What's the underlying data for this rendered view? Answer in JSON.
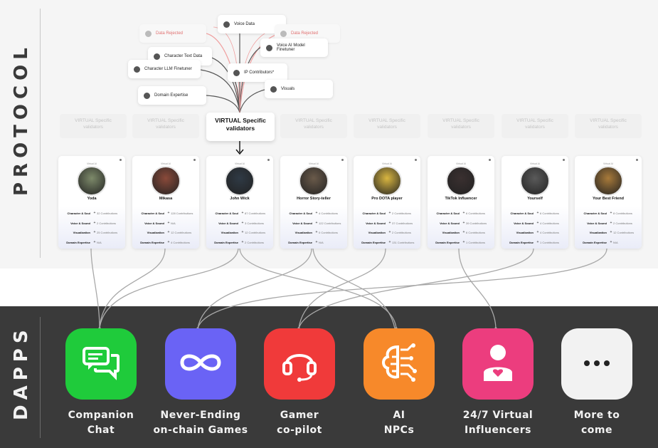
{
  "sections": {
    "protocol": "PROTOCOL",
    "dapps": "DAPPS"
  },
  "data_sources": [
    {
      "label": "Voice Data",
      "rejected": false
    },
    {
      "label": "Data Rejected",
      "rejected": true
    },
    {
      "label": "Data Rejected",
      "rejected": true
    },
    {
      "label": "Character Text Data",
      "rejected": false
    },
    {
      "label": "Voice AI Model Finetuner",
      "rejected": false
    },
    {
      "label": "Character LLM Finetuner",
      "rejected": false
    },
    {
      "label": "IP Contributors*",
      "rejected": false
    },
    {
      "label": "Domain Expertise",
      "rejected": false
    },
    {
      "label": "Visuals",
      "rejected": false
    }
  ],
  "validators": {
    "main": "VIRTUAL Specific\nvalidators",
    "ghost": "VIRTUAL Specific\nvalidators"
  },
  "agents": [
    {
      "tag": "Virtual AI",
      "name": "Yoda",
      "rows": [
        [
          "Character & Soul",
          "32 Contributions"
        ],
        [
          "Voice & Sound",
          "2 Contributions"
        ],
        [
          "Visualization",
          "25 Contributions"
        ],
        [
          "Domain Expertise",
          "N/A"
        ]
      ]
    },
    {
      "tag": "Virtual AI",
      "name": "Mikasa",
      "rows": [
        [
          "Character & Soul",
          "128 Contributions"
        ],
        [
          "Voice & Sound",
          "N/A"
        ],
        [
          "Visualization",
          "12 Contributions"
        ],
        [
          "Domain Expertise",
          "4 Contributions"
        ]
      ]
    },
    {
      "tag": "Virtual AI",
      "name": "John Wick",
      "rows": [
        [
          "Character & Soul",
          "87 Contributions"
        ],
        [
          "Voice & Sound",
          "3 Contributions"
        ],
        [
          "Visualization",
          "12 Contributions"
        ],
        [
          "Domain Expertise",
          "2 Contributions"
        ]
      ]
    },
    {
      "tag": "Virtual AI",
      "name": "Horror Story-teller",
      "rows": [
        [
          "Character & Soul",
          "4 Contributions"
        ],
        [
          "Voice & Sound",
          "122 Contributions"
        ],
        [
          "Visualization",
          "0 Contributions"
        ],
        [
          "Domain Expertise",
          "N/A"
        ]
      ]
    },
    {
      "tag": "Virtual AI",
      "name": "Pro DOTA player",
      "rows": [
        [
          "Character & Soul",
          "2 Contributions"
        ],
        [
          "Voice & Sound",
          "37 Contributions"
        ],
        [
          "Visualization",
          "2 Contributions"
        ],
        [
          "Domain Expertise",
          "131 Contributions"
        ]
      ]
    },
    {
      "tag": "Virtual AI",
      "name": "TikTok Influencer",
      "rows": [
        [
          "Character & Soul",
          "6 Contributions"
        ],
        [
          "Voice & Sound",
          "39 Contributions"
        ],
        [
          "Visualization",
          "6 Contributions"
        ],
        [
          "Domain Expertise",
          "1 Contributions"
        ]
      ]
    },
    {
      "tag": "Virtual AI",
      "name": "Yourself",
      "rows": [
        [
          "Character & Soul",
          "6 Contributions"
        ],
        [
          "Voice & Sound",
          "4 Contributions"
        ],
        [
          "Visualization",
          "4 Contributions"
        ],
        [
          "Domain Expertise",
          "1 Contributions"
        ]
      ]
    },
    {
      "tag": "Virtual AI",
      "name": "Your Best Friend",
      "rows": [
        [
          "Character & Soul",
          "8 Contributions"
        ],
        [
          "Voice & Sound",
          "2 Contributions"
        ],
        [
          "Visualization",
          "12 Contributions"
        ],
        [
          "Domain Expertise",
          "N/A"
        ]
      ]
    }
  ],
  "dapps": [
    {
      "label": "Companion\nChat",
      "color": "#1fcb3b",
      "icon": "chat-bubbles-icon"
    },
    {
      "label": "Never-Ending\non-chain Games",
      "color": "#6a63f5",
      "icon": "infinity-icon"
    },
    {
      "label": "Gamer\nco-pilot",
      "color": "#f03a3a",
      "icon": "headset-icon"
    },
    {
      "label": "AI\nNPCs",
      "color": "#f7892a",
      "icon": "brain-circuit-icon"
    },
    {
      "label": "24/7 Virtual\nInfluencers",
      "color": "#ec3d7e",
      "icon": "person-heart-icon"
    },
    {
      "label": "More to\ncome",
      "color": "#f2f2f2",
      "icon": "ellipsis-icon"
    }
  ],
  "colors": {
    "protocol_bg": "#f5f5f5",
    "dapps_bg": "#3a3a3a",
    "connector": "#9a9a9a",
    "rejected_line": "#f0a0a0"
  }
}
